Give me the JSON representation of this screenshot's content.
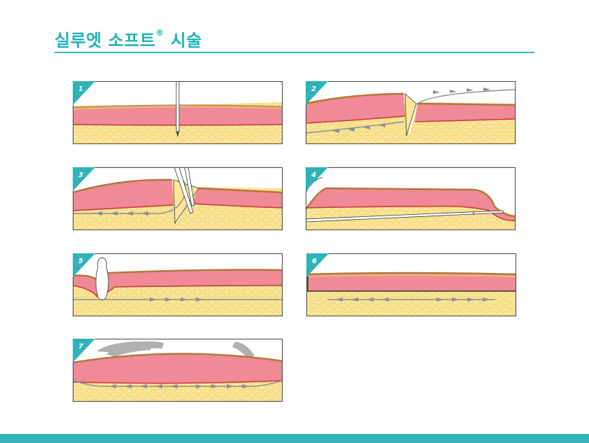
{
  "header": {
    "title_main": "실루엣 소프트",
    "title_reg": "®",
    "title_tail": " 시술"
  },
  "steps": [
    {
      "number": "1"
    },
    {
      "number": "2"
    },
    {
      "number": "3"
    },
    {
      "number": "4"
    },
    {
      "number": "5"
    },
    {
      "number": "6"
    },
    {
      "number": "7"
    }
  ],
  "colors": {
    "accent": "#21b3b8",
    "bar": "#33b4b9",
    "skin_top": "#e9b07a",
    "dermis": "#ef8a96",
    "dermis_line": "#c9353f",
    "fat": "#fbe79a",
    "fat_cell": "#e8c86a",
    "thread": "#8f8f8f",
    "cone": "#9a9a9a"
  }
}
